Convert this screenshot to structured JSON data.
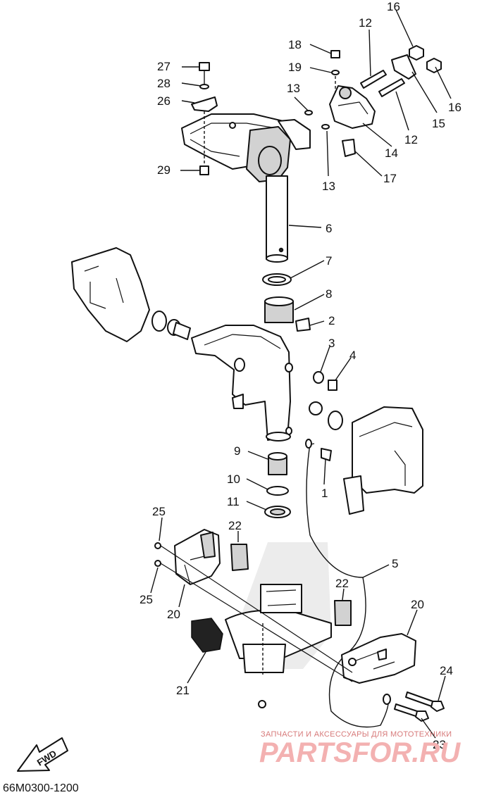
{
  "diagram_code": "66M0300-1200",
  "watermark": {
    "top_line": "ЗАПЧАСТИ И АКСЕССУАРЫ ДЛЯ МОТОТЕХНИКИ",
    "logo": "PARTSFOR.RU"
  },
  "fwd_label": "FWD",
  "callouts": [
    "16",
    "12",
    "18",
    "19",
    "16",
    "27",
    "28",
    "13",
    "26",
    "15",
    "12",
    "14",
    "29",
    "13",
    "17",
    "6",
    "7",
    "8",
    "2",
    "3",
    "4",
    "9",
    "1",
    "10",
    "11",
    "25",
    "22",
    "5",
    "25",
    "22",
    "20",
    "20",
    "24",
    "21",
    "23"
  ]
}
